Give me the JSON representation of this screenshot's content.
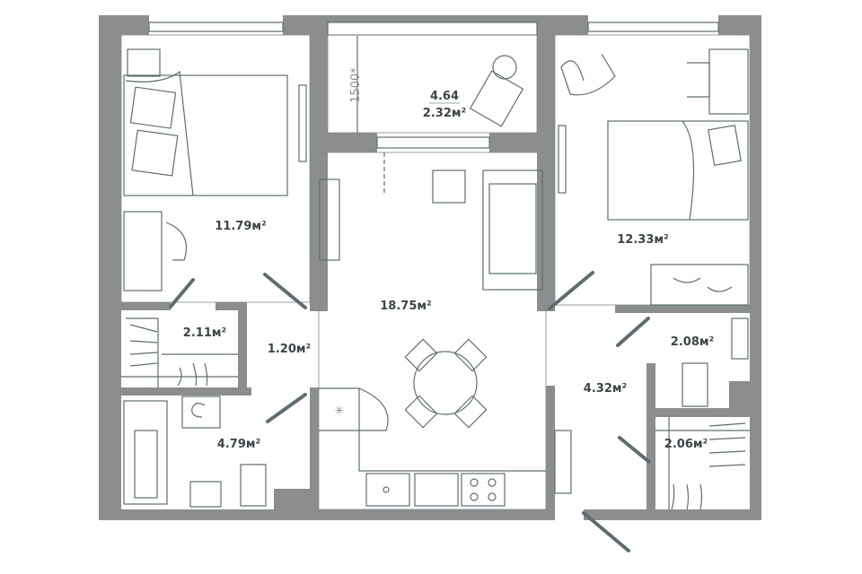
{
  "plan": {
    "rooms": [
      {
        "id": "bedroom-left",
        "area": "11.79м²"
      },
      {
        "id": "balcony",
        "area": "2.32м²",
        "full_area": "4.64",
        "dimension": "1500*"
      },
      {
        "id": "bedroom-right",
        "area": "12.33м²"
      },
      {
        "id": "living-kitchen",
        "area": "18.75м²"
      },
      {
        "id": "wardrobe-left",
        "area": "2.11м²"
      },
      {
        "id": "corridor",
        "area": "1.20м²"
      },
      {
        "id": "toilet",
        "area": "2.08м²"
      },
      {
        "id": "hall",
        "area": "4.32м²"
      },
      {
        "id": "bathroom",
        "area": "4.79м²"
      },
      {
        "id": "wardrobe-right",
        "area": "2.06м²"
      }
    ],
    "colors": {
      "wall": "#8c8d8e",
      "line": "#5f6d70",
      "text": "#3c4547"
    }
  }
}
